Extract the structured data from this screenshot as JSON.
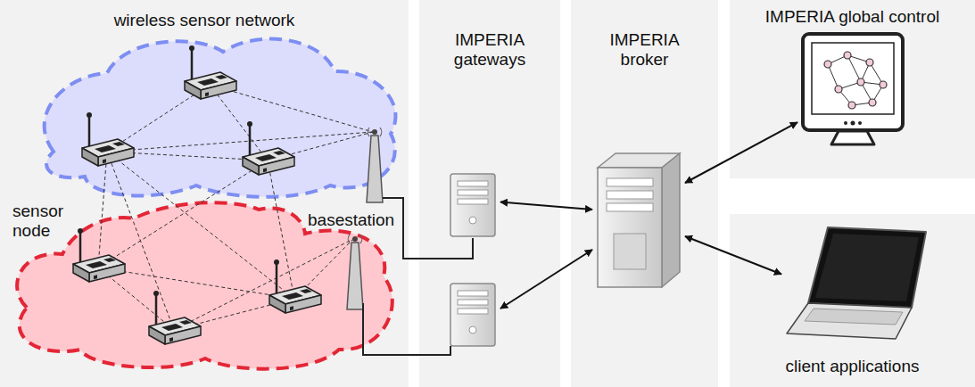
{
  "diagram": {
    "nodes": [
      {
        "text": [
          "wireless sensor network"
        ]
      },
      {
        "text": [
          "IMPERIA gateways"
        ]
      },
      {
        "text": [
          "IMPERIA broker"
        ]
      },
      {
        "text": [
          "IMPERIA global control"
        ]
      },
      {
        "text": [
          "client applications"
        ]
      }
    ],
    "edges": [
      {
        "from": 1,
        "to": 2,
        "arrow": "both"
      },
      {
        "from": 1,
        "to": 2,
        "arrow": "both"
      },
      {
        "from": 2,
        "to": 3,
        "arrow": "both"
      },
      {
        "from": 2,
        "to": 4,
        "arrow": "both"
      }
    ],
    "labels": [
      "sensor node",
      "basestation"
    ]
  }
}
